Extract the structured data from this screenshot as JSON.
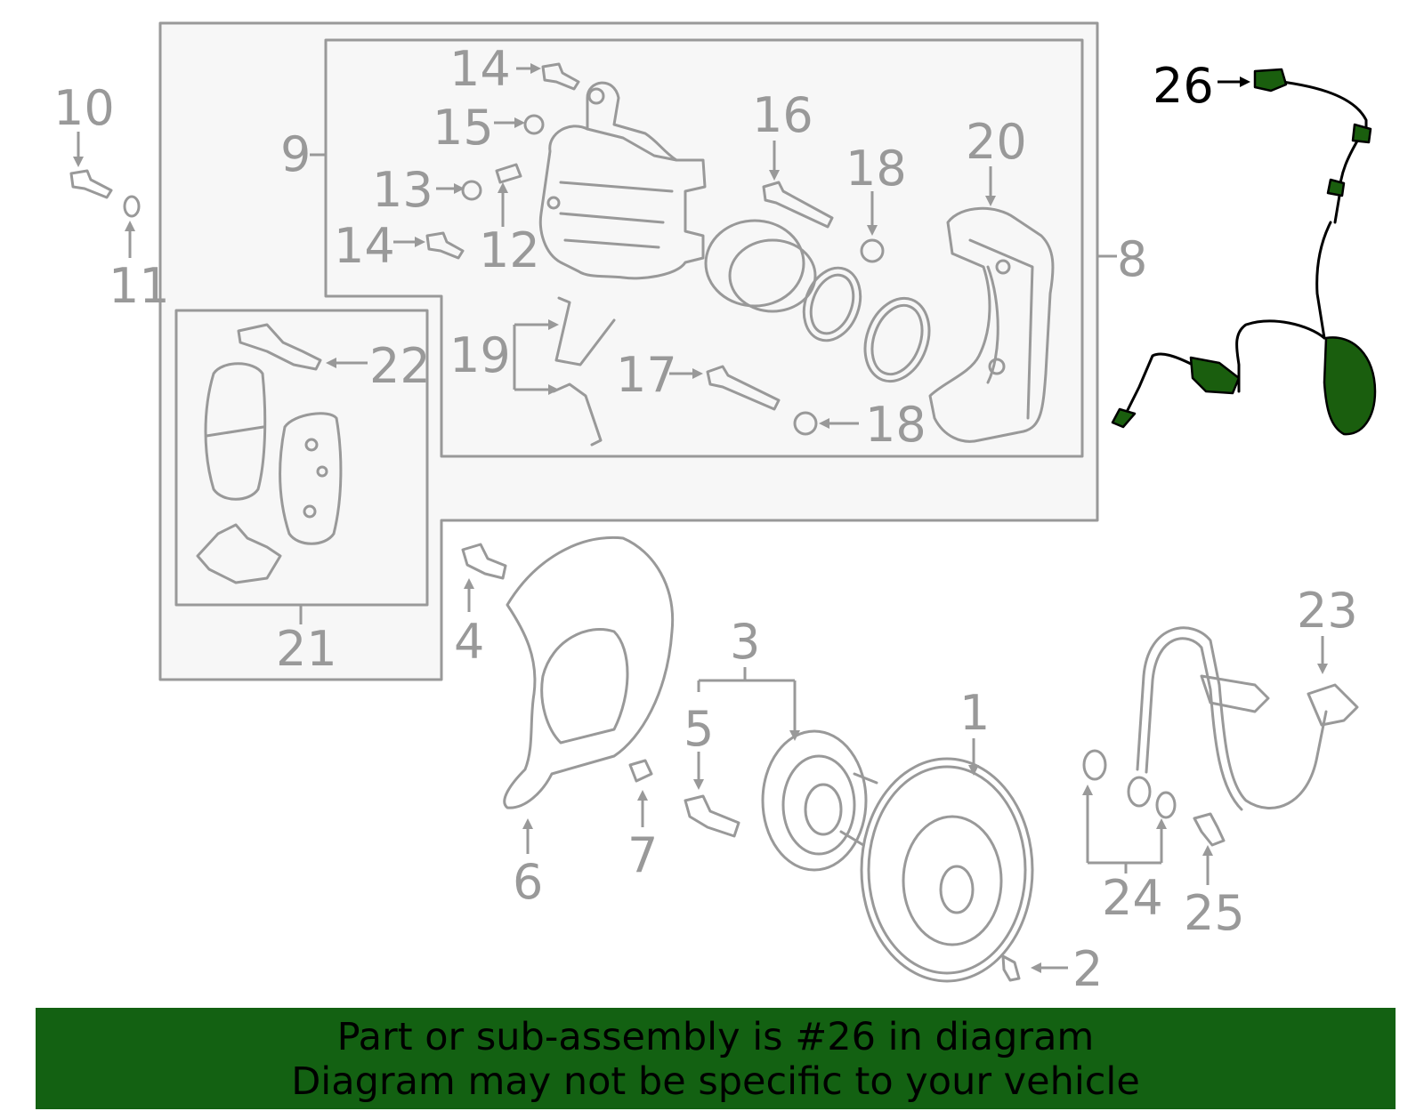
{
  "diagram": {
    "callouts": [
      {
        "id": "1",
        "label": "1"
      },
      {
        "id": "2",
        "label": "2"
      },
      {
        "id": "3",
        "label": "3"
      },
      {
        "id": "4",
        "label": "4"
      },
      {
        "id": "5",
        "label": "5"
      },
      {
        "id": "6",
        "label": "6"
      },
      {
        "id": "7",
        "label": "7"
      },
      {
        "id": "8",
        "label": "8"
      },
      {
        "id": "9",
        "label": "9"
      },
      {
        "id": "10",
        "label": "10"
      },
      {
        "id": "11",
        "label": "11"
      },
      {
        "id": "12",
        "label": "12"
      },
      {
        "id": "13",
        "label": "13"
      },
      {
        "id": "14a",
        "label": "14"
      },
      {
        "id": "14b",
        "label": "14"
      },
      {
        "id": "15",
        "label": "15"
      },
      {
        "id": "16",
        "label": "16"
      },
      {
        "id": "17",
        "label": "17"
      },
      {
        "id": "18a",
        "label": "18"
      },
      {
        "id": "18b",
        "label": "18"
      },
      {
        "id": "19",
        "label": "19"
      },
      {
        "id": "20",
        "label": "20"
      },
      {
        "id": "21",
        "label": "21"
      },
      {
        "id": "22",
        "label": "22"
      },
      {
        "id": "23",
        "label": "23"
      },
      {
        "id": "24",
        "label": "24"
      },
      {
        "id": "25",
        "label": "25"
      },
      {
        "id": "26",
        "label": "26"
      }
    ],
    "highlighted_part": "26",
    "highlight_color": "#1a5e0e",
    "line_color": "#999999"
  },
  "banner": {
    "line1": "Part or sub-assembly is #26 in diagram",
    "line2": "Diagram may not be specific to your vehicle",
    "background": "#136112"
  }
}
